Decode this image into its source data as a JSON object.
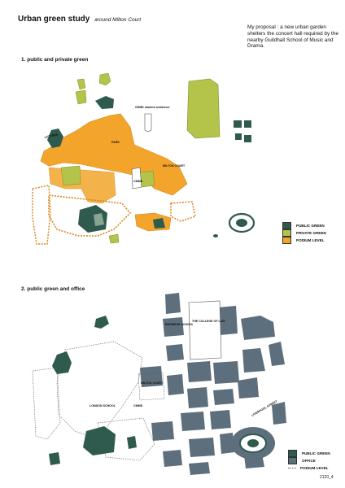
{
  "header": {
    "title": "Urban green study",
    "subtitle": "around Milton Court"
  },
  "proposal_text": "My proposal : a new urban garden shelters the concert hall required by the nearby Guildhall School of Music and Drama.",
  "colors": {
    "public_green": "#2f5a4e",
    "private_green": "#b4c44a",
    "podium": "#f3a52b",
    "office": "#5d6f7c",
    "outline": "#6b6b6b"
  },
  "map1": {
    "heading": "1. public and private green",
    "labels": {
      "gsmd": "GSMD student residence",
      "milton_court": "MILTON COURT",
      "lutyens": "LUTYENS",
      "cmmd": "CMMD",
      "park": "PARK"
    },
    "legend": [
      {
        "label": "PUBLIC GREEN",
        "color": "#2f5a4e"
      },
      {
        "label": "PRIVATE GREEN",
        "color": "#b4c44a"
      },
      {
        "label": "PODIUM LEVEL",
        "color": "#f3a52b"
      }
    ]
  },
  "map2": {
    "heading": "2. public green and office",
    "labels": {
      "business_school": "BUSINESS SCHOOL",
      "college_of_law": "THE COLLEGE OF LAW",
      "milton_court": "MILTON COURT",
      "london_school": "LONDON SCHOOL",
      "cmmd": "CMMD",
      "liverpool_street": "LIVERPOOL STREET"
    },
    "legend": [
      {
        "label": "PUBLIC GREEN",
        "color": "#2f5a4e",
        "style": "swatch"
      },
      {
        "label": "OFFICE",
        "color": "#5d6f7c",
        "style": "swatch"
      },
      {
        "label": "PODIUM LEVEL",
        "color": "#555555",
        "style": "dotted"
      }
    ]
  },
  "page_number": "2120_4"
}
